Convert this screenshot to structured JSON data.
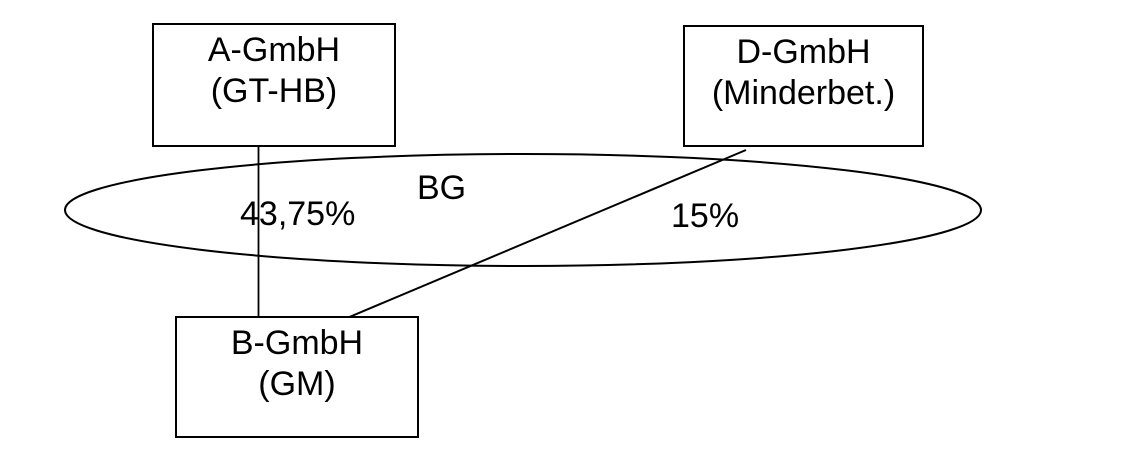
{
  "diagram": {
    "background_color": "#ffffff",
    "stroke_color": "#000000",
    "nodes": {
      "a": {
        "line1": "A-GmbH",
        "line2": "(GT-HB)"
      },
      "d": {
        "line1": "D-GmbH",
        "line2": "(Minderbet.)"
      },
      "b": {
        "line1": "B-GmbH",
        "line2": "(GM)"
      }
    },
    "group": {
      "label": "BG"
    },
    "edges": {
      "a_to_b": {
        "label": "43,75%"
      },
      "d_to_b": {
        "label": "15%"
      }
    }
  }
}
